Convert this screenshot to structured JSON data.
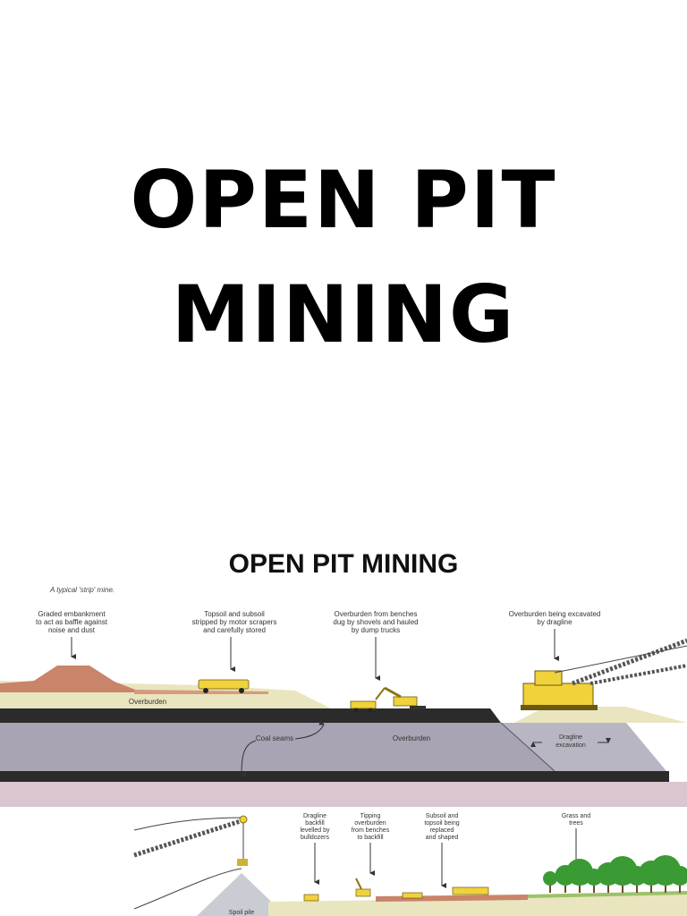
{
  "slide": {
    "title_line1": "OPEN PIT",
    "title_line2": "MINING"
  },
  "diagram": {
    "heading": "OPEN PIT  MINING",
    "caption": "A typical 'strip' mine.",
    "top_labels": [
      [
        "Graded embankment",
        "to act as baffle against",
        "noise and dust"
      ],
      [
        "Topsoil and subsoil",
        "stripped by motor scrapers",
        "and carefully stored"
      ],
      [
        "Overburden from benches",
        "dug by shovels and hauled",
        "by dump trucks"
      ],
      [
        "Overburden being excavated",
        "by dragline"
      ]
    ],
    "layer_labels": {
      "overburden_upper": "Overburden",
      "coal_seams": "Coal seams",
      "overburden_lower": "Overburden",
      "dragline_excavation": [
        "Dragline",
        "excavation"
      ]
    },
    "bottom_labels": [
      [
        "Dragline",
        "backfill",
        "levelled by",
        "bulldozers"
      ],
      [
        "Tipping",
        "overburden",
        "from benches",
        "to backfill"
      ],
      [
        "Subsoil and",
        "topsoil being",
        "replaced",
        "and shaped"
      ],
      [
        "Grass and",
        "trees"
      ]
    ],
    "spoil_label": "Spoil pile",
    "colors": {
      "overburden": "#e9e5bf",
      "coal": "#2b2b2b",
      "rock_layer": "#a8a4b3",
      "bottom_layer": "#d9c6d0",
      "embankment": "#c98469",
      "machine": "#f0d23a",
      "tree": "#3a9a33"
    }
  }
}
